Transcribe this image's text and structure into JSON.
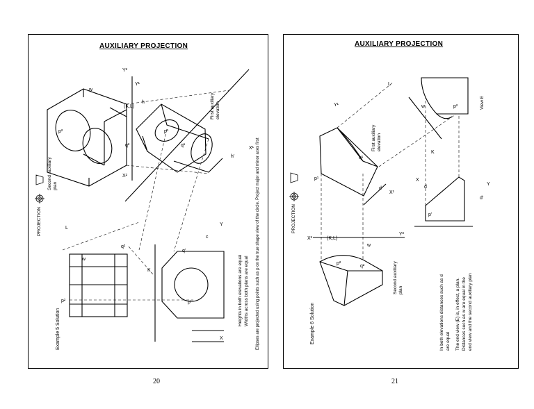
{
  "left_page": {
    "header": "AUXILIARY PROJECTION",
    "page_number": "20",
    "example_title": "Example 5  Solution",
    "projection_label": "PROJECTION",
    "second_aux_plan": "Second auxiliary\nplan",
    "first_aux_elev": "First auxiliary\nelevation",
    "note1": "Heights in both elevations are equal",
    "note2": "Widths across both plans are equal",
    "note3": "Ellipses are projected using points such as p on the true shape view of the circle. Project major and minor axes first",
    "labels": {
      "kl": "(K,L)",
      "x2": "X²",
      "y2": "Y²",
      "x1": "X¹",
      "y1": "Y¹",
      "x": "X",
      "y": "Y",
      "l": "L",
      "k": "K",
      "w": "w",
      "h": "h",
      "h1": "h'",
      "p2": "p²",
      "q2": "q²",
      "p1": "p¹",
      "q1": "q¹",
      "p": "p'",
      "q": "q'",
      "c": "c"
    }
  },
  "right_page": {
    "header": "AUXILIARY PROJECTION",
    "page_number": "21",
    "example_title": "Example 6  Solution",
    "projection_label": "PROJECTION",
    "first_aux_elev": "First auxiliary\nelevation",
    "second_aux_plan": "Second auxiliary\nplan",
    "view_e": "View E",
    "note1": "In both elevations distances such as d",
    "note2": "are equal",
    "note3": "The end view (E) is, in effect, a plan.",
    "note4": "Distances such as w are equal in the",
    "note5": "end view and the second auxiliary plan",
    "labels": {
      "kl": "(K,L)",
      "x2": "X²",
      "y2": "Y²",
      "x1": "X¹",
      "y1": "Y¹",
      "x": "X",
      "y": "Y",
      "l": "L",
      "k": "K",
      "w": "w",
      "d": "d",
      "d1": "d'",
      "p2": "p²",
      "q2": "q²",
      "p1": "p¹",
      "q1": "q¹",
      "p": "p'"
    }
  }
}
